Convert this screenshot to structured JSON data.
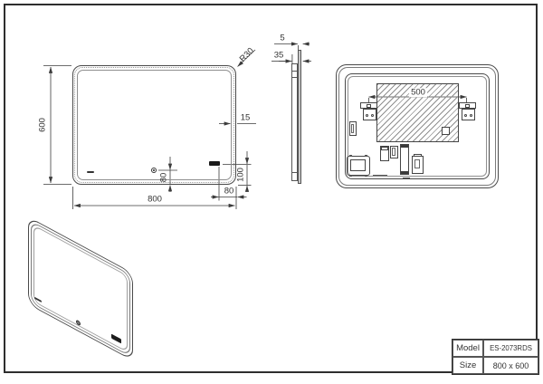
{
  "views": {
    "front": {
      "dims": {
        "height": "600",
        "width": "800",
        "corner_radius": "R30",
        "frame_width": "15",
        "sensor_offset": "80",
        "display_offset_bottom": "100",
        "display_offset_right": "80"
      }
    },
    "side": {
      "dims": {
        "glass_thickness": "5",
        "total_depth": "35"
      }
    },
    "back": {
      "dims": {
        "bracket_span": "500"
      }
    }
  },
  "title_block": {
    "rows": [
      {
        "label": "Model",
        "value": "ES-2073RDS"
      },
      {
        "label": "Size",
        "value": "800 x 600"
      }
    ]
  },
  "colors": {
    "line": "#3c3c3c",
    "frame": "#2e2e2e",
    "hatch": "#8f8f8f",
    "display": "#1a1a1a"
  }
}
